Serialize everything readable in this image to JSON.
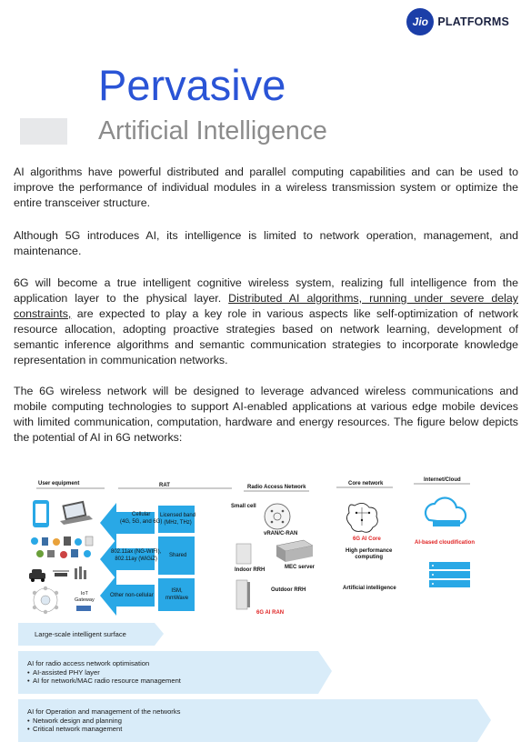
{
  "header": {
    "logo_mark": "Jio",
    "logo_text": "PLATFORMS"
  },
  "title": "Pervasive",
  "subtitle": "Artificial Intelligence",
  "paragraphs": {
    "p1": "AI algorithms have powerful distributed and parallel computing capabilities and can be used to improve the performance of individual modules in a wireless transmission system or optimize the entire transceiver structure.",
    "p2": "Although 5G introduces AI, its intelligence is limited to network operation, management, and maintenance.",
    "p3_start": "6G will become a true intelligent cognitive wireless system, realizing full intelligence from the application layer to the physical layer. ",
    "p3_underlined": "Distributed AI algorithms, running under severe delay constraints,",
    "p3_end": " are expected to play a key role in various aspects like self-optimization of network resource allocation, adopting proactive strategies based on network learning, development of semantic inference algorithms and semantic communication strategies to incorporate knowledge representation in communication networks.",
    "p4": "The 6G wireless network will be designed to leverage advanced wireless communications and mobile computing technologies to support AI-enabled applications at various edge mobile devices with limited communication, computation, hardware and energy resources. The figure below depicts the potential of AI in 6G networks:"
  },
  "figure": {
    "columns": {
      "user_equipment": "User equipment",
      "rat": "RAT",
      "ran": "Radio Access Network",
      "core": "Core network",
      "cloud": "Internet/Cloud"
    },
    "rat_arrows": {
      "cellular": "Cellular\n(4G, 5G, and 6G)",
      "wifi": "802.11ax (NG-WIFI),\n802.11ay (WiGiZ)",
      "other": "Other non-cellular"
    },
    "bands": {
      "licensed": "Licensed band\n(MHz, THz)",
      "shared": "Shared",
      "ism": "ISM,\nmmWave"
    },
    "ue_gateway": "IoT\nGateway",
    "ran_labels": {
      "small_cell": "Small cell",
      "vran": "vRAN/C-RAN",
      "indoor_rrh": "Indoor RRH",
      "mec_server": "MEC server",
      "outdoor_rrh": "Outdoor RRH",
      "ai_ran": "6G AI RAN"
    },
    "core_labels": {
      "ai_core": "6G AI Core",
      "hpc": "High performance\ncomputing",
      "ai": "Artificial intelligence"
    },
    "cloud_labels": {
      "cloudification": "AI-based cloudification"
    },
    "banners": {
      "b1_title": "Large-scale intelligent surface",
      "b2_title": "AI for radio access network optimisation",
      "b2_items": [
        "AI-assisted PHY layer",
        "AI for network/MAC radio resource management"
      ],
      "b3_title": "AI for Operation and management of the networks",
      "b3_items": [
        "Network design and planning",
        "Critical network management"
      ]
    },
    "colors": {
      "arrow_blue": "#29a8e6",
      "band_blue": "#29a8e6",
      "banner_fill": "#d9ecf9",
      "ai_red": "#e02424"
    }
  }
}
